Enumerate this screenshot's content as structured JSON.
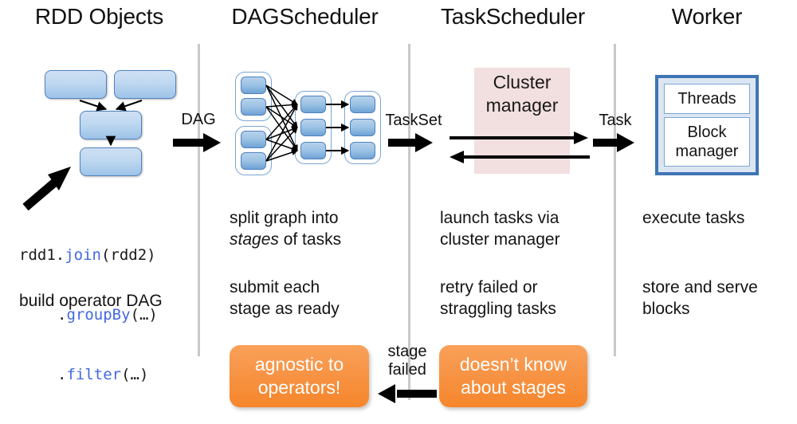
{
  "columns": [
    {
      "title": "RDD Objects"
    },
    {
      "title": "DAGScheduler"
    },
    {
      "title": "TaskScheduler"
    },
    {
      "title": "Worker"
    }
  ],
  "code": {
    "line1_obj": "rdd1.",
    "line1_method": "join",
    "line1_args": "(rdd2)",
    "line2_dot": ".",
    "line2_method": "groupBy",
    "line2_args": "(…)",
    "line3_dot": ".",
    "line3_method": "filter",
    "line3_args": "(…)",
    "method_color": "#4169e1"
  },
  "descriptions": {
    "rdd_objects": [
      "build operator DAG"
    ],
    "dag_scheduler": [
      "split graph into",
      "stages of tasks",
      "submit each",
      "stage as ready"
    ],
    "task_scheduler": [
      "launch tasks via",
      "cluster manager",
      "retry failed or",
      "straggling tasks"
    ],
    "worker": [
      "execute tasks",
      "store and serve",
      "blocks"
    ]
  },
  "flow_labels": {
    "dag": "DAG",
    "taskset": "TaskSet",
    "task": "Task",
    "stage_failed_line1": "stage",
    "stage_failed_line2": "failed"
  },
  "cluster_manager": {
    "line1": "Cluster",
    "line2": "manager",
    "fill_color": "#f2dfdf"
  },
  "worker_box": {
    "threads": "Threads",
    "block_manager_line1": "Block",
    "block_manager_line2": "manager",
    "border_color": "#3f75b4",
    "fill_color": "#dce6f2"
  },
  "callouts": [
    {
      "line1": "agnostic to",
      "line2": "operators!",
      "color": "#f6862b"
    },
    {
      "line1": "doesn’t know",
      "line2": "about stages",
      "color": "#f6862b"
    }
  ],
  "theme": {
    "divider_color": "#c9c9c9",
    "rdd_box_border": "#4f81bd",
    "arrow_color": "#000000"
  }
}
